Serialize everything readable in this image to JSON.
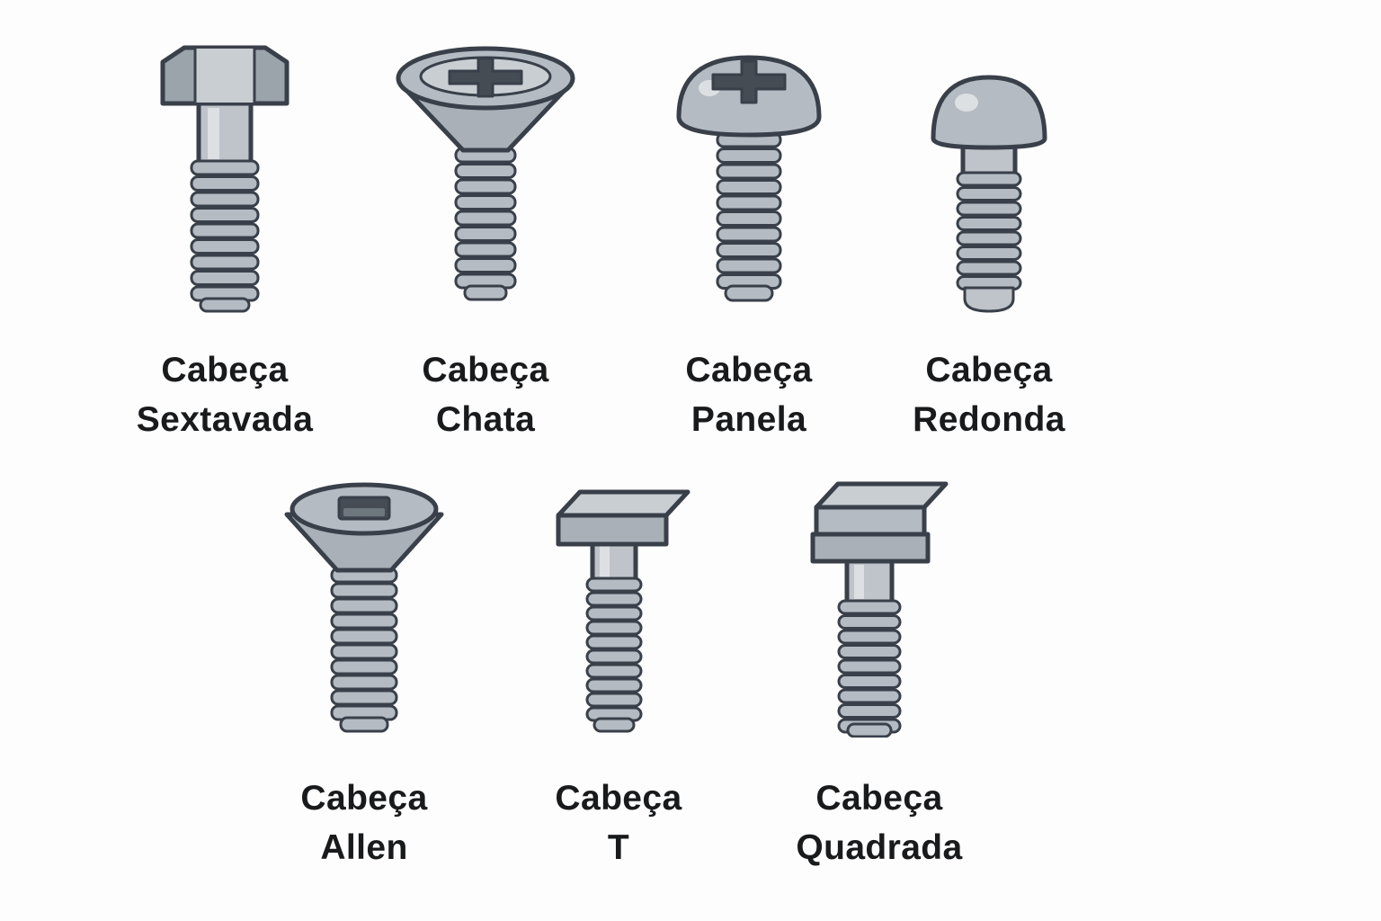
{
  "page": {
    "background": "#fdfdfd",
    "label_color": "#191a1c"
  },
  "colors": {
    "outline": "#39404a",
    "metal_base": "#b5bbc2",
    "metal_mid": "#a9b0b7",
    "metal_dark": "#9ba3ab",
    "metal_light": "#c9ced3",
    "metal_highlight": "#dde0e3",
    "socket_dark": "#454c54"
  },
  "screws": [
    {
      "id": "sextavada",
      "head_style": "hex-head",
      "line1": "Cabeça",
      "line2": "Sextavada"
    },
    {
      "id": "chata",
      "head_style": "flat-countersunk-phillips",
      "line1": "Cabeça",
      "line2": "Chata"
    },
    {
      "id": "panela",
      "head_style": "pan-head-phillips",
      "line1": "Cabeça",
      "line2": "Panela"
    },
    {
      "id": "redonda",
      "head_style": "round-dome-head",
      "line1": "Cabeça",
      "line2": "Redonda"
    },
    {
      "id": "allen",
      "head_style": "countersunk-allen-socket",
      "line1": "Cabeça",
      "line2": "Allen"
    },
    {
      "id": "t",
      "head_style": "t-square-plate-head",
      "line1": "Cabeça",
      "line2": "T"
    },
    {
      "id": "quadrada",
      "head_style": "square-block-head",
      "line1": "Cabeça",
      "line2": "Quadrada"
    }
  ]
}
